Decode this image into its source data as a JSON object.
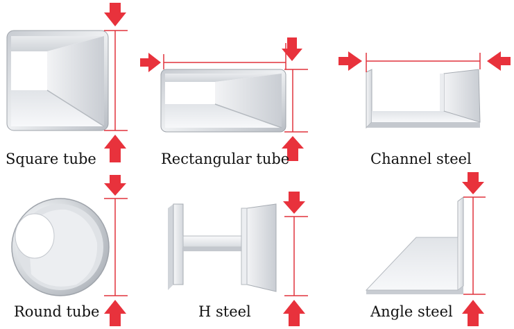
{
  "labels": {
    "square_tube": "Square tube",
    "rectangular_tube": "Rectangular tube",
    "channel_steel": "Channel steel",
    "round_tube": "Round tube",
    "h_steel": "H steel",
    "angle_steel": "Angle steel"
  },
  "colors": {
    "dimension_line": "#e0323c",
    "arrow": "#e8323c",
    "label_text": "#111111",
    "steel_light": "#f4f5f7",
    "steel_mid": "#d6d9de",
    "steel_dark": "#9ea3aa",
    "background": "#ffffff"
  }
}
